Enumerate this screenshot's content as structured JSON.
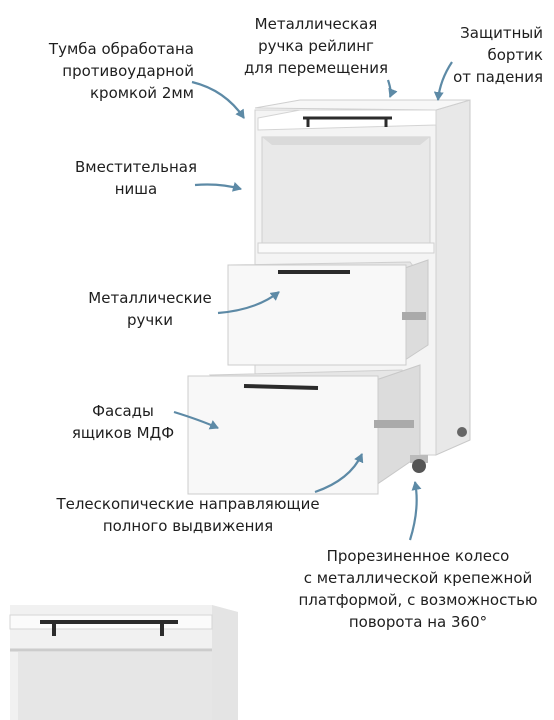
{
  "labels": {
    "edge_treatment": "Тумба обработана\nпротивоударной\nкромкой 2мм",
    "rail_handle": "Металлическая\nручка рейлинг\nдля перемещения",
    "protective_rim": "Защитный\nбортик\nот падения",
    "open_niche": "Вместительная\nниша",
    "metal_handles": "Металлические\nручки",
    "mdf_fronts": "Фасады\nящиков МДФ",
    "telescopic_slides": "Телескопические направляющие\nполного выдвижения",
    "caster_wheel": "Прорезиненное колесо\nс металлической крепежной\nплатформой, с возможностью\nповорота на 360°"
  },
  "colors": {
    "arrow": "#5d8aa6",
    "cabinet": "#f2f2f2",
    "cabinet_shade": "#dcdcdc",
    "handle": "#2b2b2b"
  }
}
